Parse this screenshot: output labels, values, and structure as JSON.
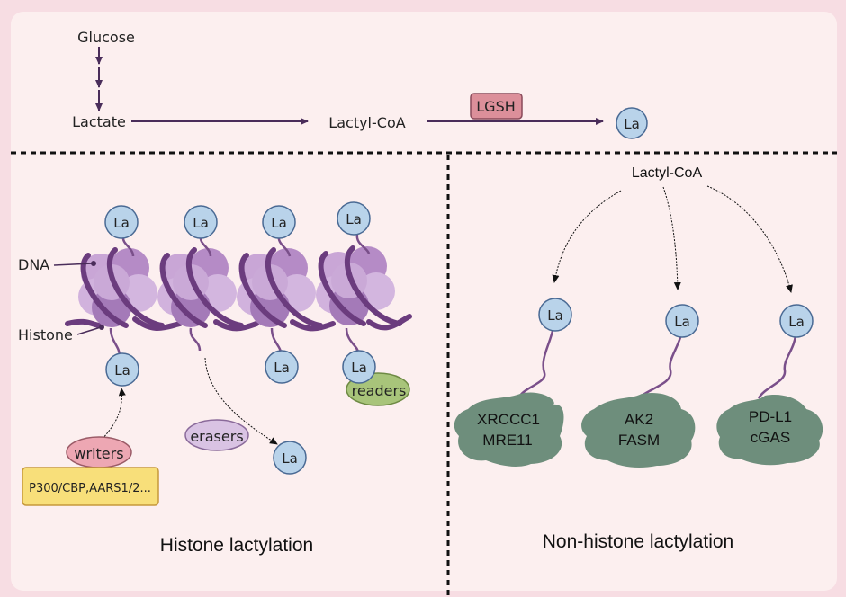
{
  "pathway": {
    "glucose": "Glucose",
    "lactate": "Lactate",
    "lactyl_coa": "Lactyl-CoA",
    "enzyme": "LGSH",
    "product": "La"
  },
  "histone": {
    "title": "Histone lactylation",
    "dna_label": "DNA",
    "histone_label": "Histone",
    "la": "La",
    "writers": "writers",
    "writers_examples": "P300/CBP,AARS1/2...",
    "erasers": "erasers",
    "readers": "readers"
  },
  "nonhistone": {
    "title": "Non-histone lactylation",
    "source": "Lactyl-CoA",
    "la": "La",
    "proteins": [
      {
        "line1": "XRCCC1",
        "line2": "MRE11"
      },
      {
        "line1": "AK2",
        "line2": "FASM"
      },
      {
        "line1": "PD-L1",
        "line2": "cGAS"
      }
    ]
  },
  "colors": {
    "background": "#f7dde3",
    "panel": "#fcefef",
    "arrow": "#4a2d5a",
    "la_fill": "#b9d3ea",
    "la_stroke": "#4a6a94",
    "lgsh_fill": "#dc8f9a",
    "writers_fill": "#eda7b3",
    "erasers_fill": "#d9c3e3",
    "readers_fill": "#a8c47a",
    "enzyme_box_fill": "#f8df7a",
    "protein_fill": "#6e8e7c",
    "histone_light": "#c9a6d6",
    "histone_dark": "#a47ab8",
    "dna": "#6b3c7e"
  }
}
